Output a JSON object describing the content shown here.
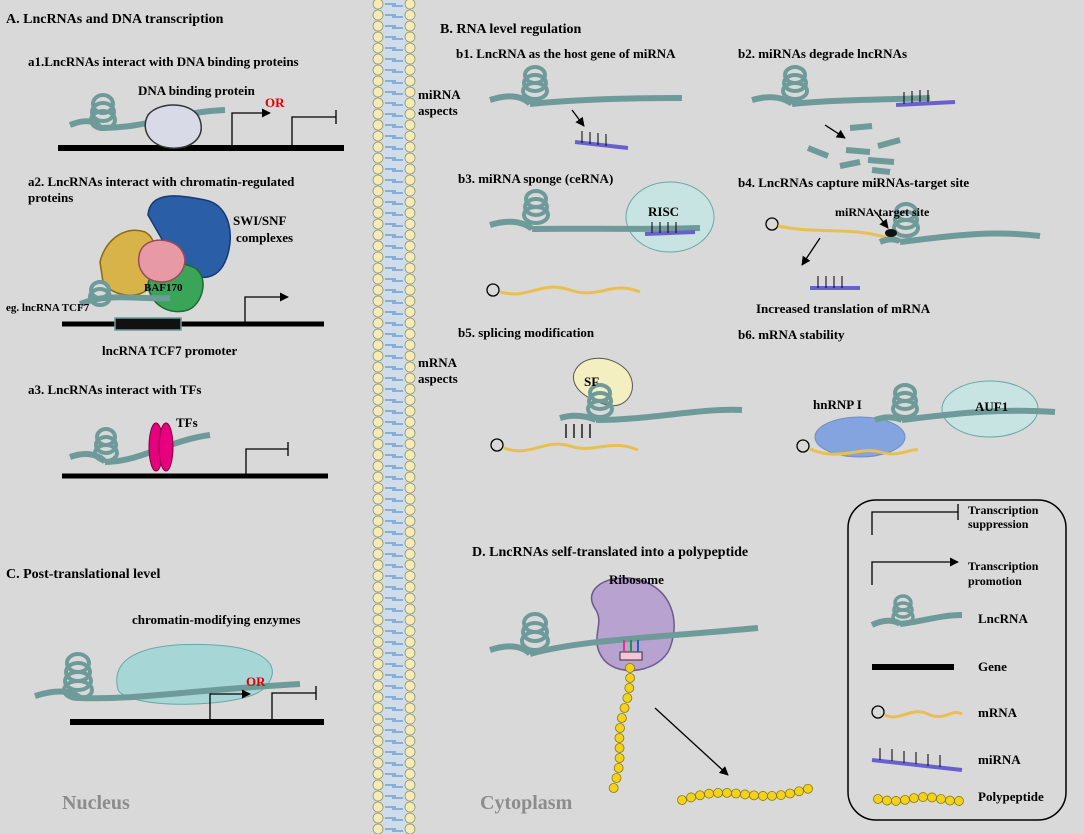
{
  "nucleus": {
    "region_label": "Nucleus",
    "section_a": {
      "title": "A. LncRNAs and DNA transcription",
      "a1": {
        "title": "a1.LncRNAs interact with DNA binding proteins",
        "protein_label": "DNA binding protein",
        "or_label": "OR"
      },
      "a2": {
        "title_line1": "a2. LncRNAs interact with chromatin-regulated",
        "title_line2": "proteins",
        "complex_line1": "SWI/SNF",
        "complex_line2": "complexes",
        "subunit_label": "BAF170",
        "example_label": "eg. lncRNA TCF7",
        "promoter_label": "lncRNA TCF7 promoter"
      },
      "a3": {
        "title": "a3. LncRNAs interact with TFs",
        "tf_label": "TFs"
      }
    },
    "section_c": {
      "title": "C. Post-translational level",
      "enzyme_label": "chromatin-modifying enzymes",
      "or_label": "OR"
    }
  },
  "cytoplasm": {
    "region_label": "Cytoplasm",
    "section_b": {
      "title": "B. RNA level regulation",
      "mirna_aspects_line1": "miRNA",
      "mirna_aspects_line2": "aspects",
      "mrna_aspects_line1": "mRNA",
      "mrna_aspects_line2": "aspects",
      "b1": {
        "title": "b1. LncRNA as the host gene of miRNA"
      },
      "b2": {
        "title": "b2. miRNAs degrade  lncRNAs"
      },
      "b3": {
        "title": "b3. miRNA sponge (ceRNA)",
        "risc_label": "RISC"
      },
      "b4": {
        "title": "b4. LncRNAs capture miRNAs-target site",
        "target_label": "miRNA-target site",
        "result_label": "Increased translation of mRNA"
      },
      "b5": {
        "title": "b5. splicing  modification",
        "sf_label": "SF"
      },
      "b6": {
        "title": "b6. mRNA stability",
        "hnrnp_label": "hnRNP I",
        "auf1_label": "AUF1"
      }
    },
    "section_d": {
      "title": "D. LncRNAs self-translated into a polypeptide",
      "ribosome_label": "Ribosome"
    }
  },
  "legend": {
    "items": [
      {
        "icon": "suppression-arrow-icon",
        "line1": "Transcription",
        "line2": "suppression"
      },
      {
        "icon": "promotion-arrow-icon",
        "line1": "Transcription",
        "line2": "promotion"
      },
      {
        "icon": "lncrna-icon",
        "line1": "LncRNA",
        "line2": ""
      },
      {
        "icon": "gene-icon",
        "line1": "Gene",
        "line2": ""
      },
      {
        "icon": "mrna-icon",
        "line1": "mRNA",
        "line2": ""
      },
      {
        "icon": "mirna-icon",
        "line1": "miRNA",
        "line2": ""
      },
      {
        "icon": "polypeptide-icon",
        "line1": "Polypeptide",
        "line2": ""
      }
    ]
  },
  "colors": {
    "background": "#d9d9d9",
    "lncrna": "#6f9a9a",
    "mrna": "#e8bf50",
    "mirna": "#6a5fcf",
    "polypeptide": "#f2d21e",
    "or_text": "#e00000",
    "membrane_lipid": "#f4ecb8",
    "membrane_tail": "#5b8fc6",
    "region_label": "#8c8c8c"
  }
}
